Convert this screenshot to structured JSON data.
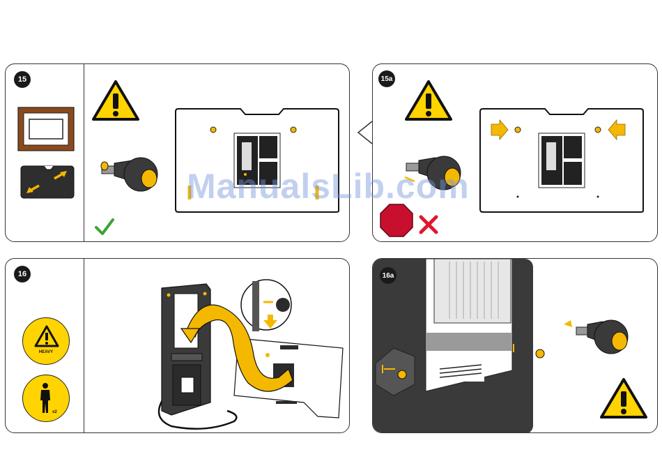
{
  "steps": {
    "s15": {
      "label": "15"
    },
    "s15a": {
      "label": "15a"
    },
    "s16": {
      "label": "16"
    },
    "s16a": {
      "label": "16a"
    }
  },
  "labels": {
    "heavy": "HEAVY",
    "two_person": "x2"
  },
  "watermark": "ManualsLib.com",
  "icons": {
    "warning": "warning-triangle-icon",
    "check": "checkmark-icon",
    "stop": "stop-sign-icon",
    "cross": "x-mark-icon"
  },
  "colors": {
    "accent_yellow": "#f5b800",
    "warning_yellow": "#ffd400",
    "check_green": "#3aa335",
    "stop_red": "#c8102e",
    "cross_red": "#e0182d",
    "frame_brown": "#8b4a1c",
    "device_dark": "#2e2e2e"
  }
}
